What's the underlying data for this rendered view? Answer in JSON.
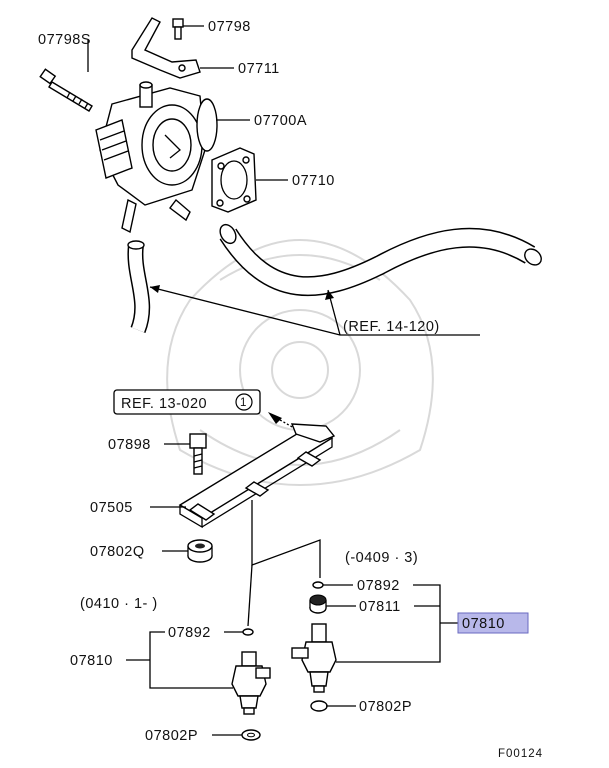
{
  "figure_code": "F00124",
  "colors": {
    "highlight_fill": "#b8b8ea",
    "highlight_stroke": "#6a6ac0",
    "line": "#000000"
  },
  "labels": {
    "p07798s": "07798S",
    "p07798": "07798",
    "p07711": "07711",
    "p07700a": "07700A",
    "p07710": "07710",
    "ref14": "(REF. 14-120)",
    "ref13": "REF. 13-020",
    "ref13_circle": "1",
    "p07898": "07898",
    "p07505": "07505",
    "p07802q": "07802Q",
    "range_a": "(-0409 · 3)",
    "range_b": "(0410 · 1- )",
    "p07892_a": "07892",
    "p07811": "07811",
    "p07810_hl": "07810",
    "p07892_b": "07892",
    "p07810_left": "07810",
    "p07802p_a": "07802P",
    "p07802p_b": "07802P"
  }
}
